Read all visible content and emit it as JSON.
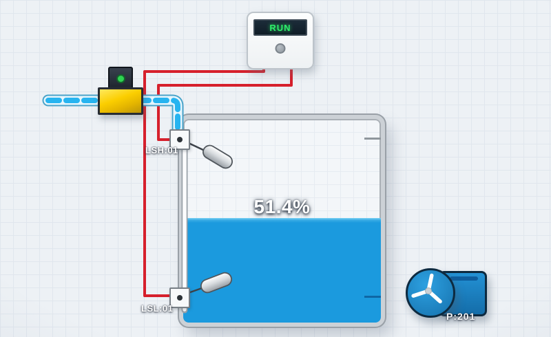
{
  "hmi": {
    "controller": {
      "status_label": "RUN",
      "status_color": "#2ef06a",
      "display_bg": "#16242f"
    },
    "valve": {
      "indicator_color": "#2ed351",
      "body_color": "#fbce00"
    },
    "pipe": {
      "flow_color": "#29b5f0"
    },
    "wire_color": "#d6202c",
    "tank": {
      "level_percent": 51.4,
      "level_label": "51.4%",
      "water_color": "#1b9ade"
    },
    "sensors": {
      "level_switch_high": {
        "label": "LSH:01"
      },
      "level_switch_low": {
        "label": "LSL:01"
      }
    },
    "pump": {
      "label": "P:201",
      "color": "#1b7fc4"
    }
  }
}
